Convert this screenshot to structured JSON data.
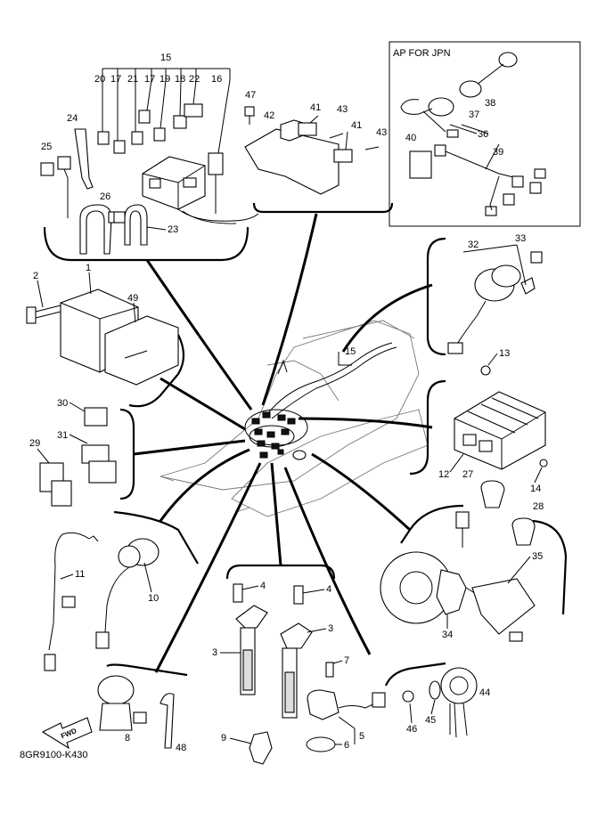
{
  "inset_title": "AP FOR JPN",
  "drawing_code": "8GR9100-K430",
  "fwd_label": "FWD",
  "callouts": {
    "c1": "1",
    "c2": "2",
    "c3a": "3",
    "c3b": "3",
    "c4a": "4",
    "c4b": "4",
    "c5": "5",
    "c6": "6",
    "c7": "7",
    "c8": "8",
    "c9": "9",
    "c10": "10",
    "c11": "11",
    "c12": "12",
    "c13": "13",
    "c14": "14",
    "c15a": "15",
    "c15b": "15",
    "c16": "16",
    "c17a": "17",
    "c17b": "17",
    "c18": "18",
    "c19": "19",
    "c20": "20",
    "c21": "21",
    "c22": "22",
    "c23": "23",
    "c24": "24",
    "c25": "25",
    "c26": "26",
    "c27": "27",
    "c28": "28",
    "c29": "29",
    "c30": "30",
    "c31": "31",
    "c32": "32",
    "c33": "33",
    "c34": "34",
    "c35": "35",
    "c36": "36",
    "c37": "37",
    "c38": "38",
    "c39": "39",
    "c40": "40",
    "c41a": "41",
    "c41b": "41",
    "c42": "42",
    "c43a": "43",
    "c43b": "43",
    "c44": "44",
    "c45": "45",
    "c46": "46",
    "c47": "47",
    "c48": "48",
    "c49": "49"
  },
  "icons": {
    "fwd_arrow": "fwd-arrow-icon"
  }
}
